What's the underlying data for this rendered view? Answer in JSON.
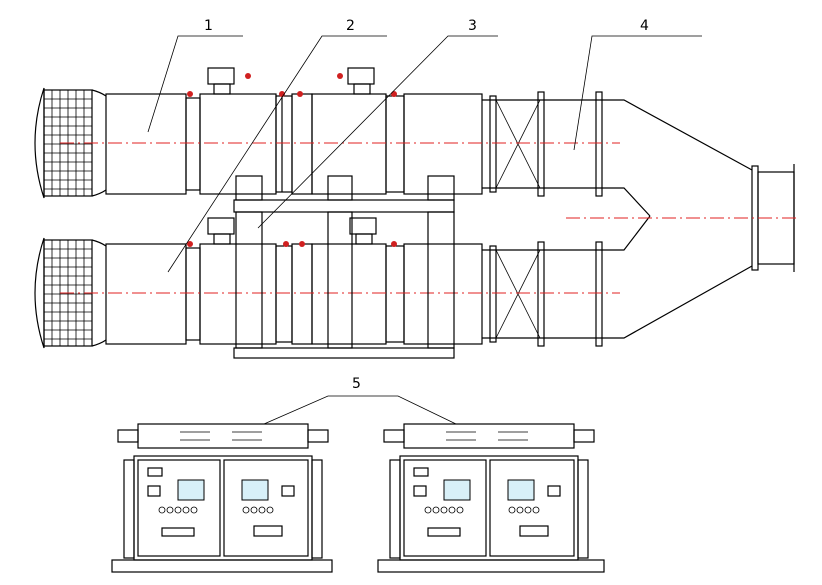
{
  "callouts": [
    {
      "id": "1",
      "label": "1"
    },
    {
      "id": "2",
      "label": "2"
    },
    {
      "id": "3",
      "label": "3"
    },
    {
      "id": "4",
      "label": "4"
    },
    {
      "id": "5",
      "label": "5"
    }
  ],
  "colors": {
    "line": "#000000",
    "centerline": "#e02020",
    "accent": "#d02020",
    "background": "#ffffff"
  }
}
